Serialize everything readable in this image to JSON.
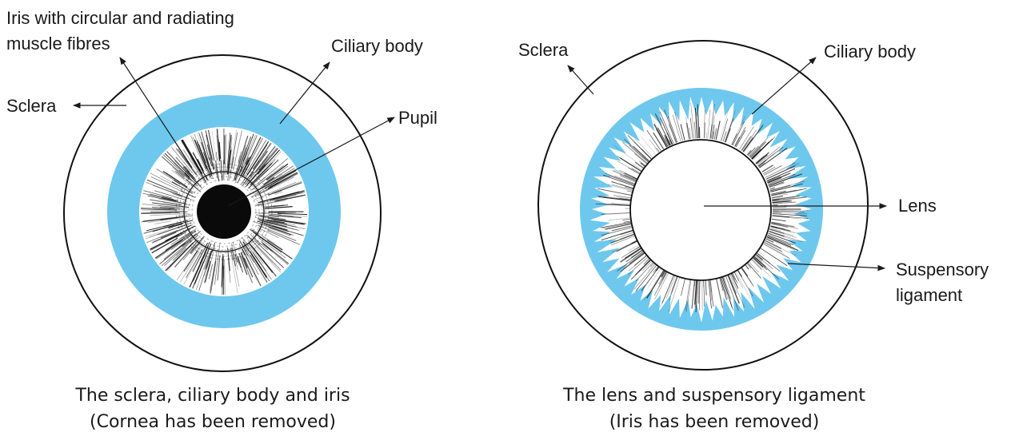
{
  "colors": {
    "ciliary": "#6ec8ee",
    "outline": "#111111",
    "text": "#1a1a1a",
    "background": "#ffffff"
  },
  "left": {
    "labels": {
      "iris_line1": "Iris with circular and radiating",
      "iris_line2": "muscle fibres",
      "ciliary": "Ciliary body",
      "sclera": "Sclera",
      "pupil": "Pupil"
    },
    "caption_line1": "The sclera, ciliary body and iris",
    "caption_line2": "(Cornea has been removed)"
  },
  "right": {
    "labels": {
      "sclera": "Sclera",
      "ciliary": "Ciliary body",
      "lens": "Lens",
      "suspensory_line1": "Suspensory",
      "suspensory_line2": "ligament"
    },
    "caption_line1": "The lens and suspensory ligament",
    "caption_line2": "(Iris has been removed)"
  }
}
